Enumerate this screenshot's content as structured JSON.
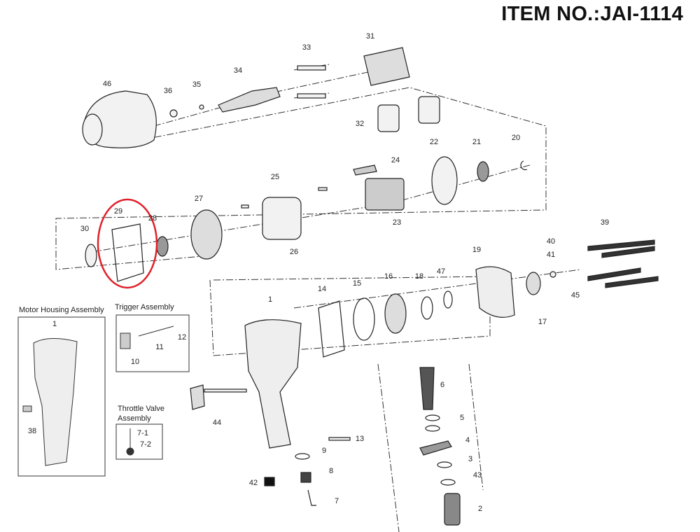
{
  "title": "ITEM NO.:JAI-1114",
  "highlight_color": "#e0202a",
  "callouts": [
    "33",
    "31",
    "34",
    "46",
    "36",
    "35",
    "32",
    "22",
    "21",
    "20",
    "24",
    "25",
    "29",
    "27",
    "28",
    "30",
    "23",
    "26",
    "39",
    "40",
    "41",
    "19",
    "18",
    "47",
    "16",
    "15",
    "14",
    "45",
    "17",
    "1",
    "6",
    "5",
    "4",
    "3",
    "43",
    "2",
    "13",
    "9",
    "8",
    "7",
    "42",
    "44"
  ],
  "insets": {
    "motor_housing": {
      "title": "Motor Housing Assembly",
      "callouts": [
        "1",
        "38"
      ]
    },
    "trigger": {
      "title": "Trigger Assembly",
      "callouts": [
        "10",
        "11",
        "12"
      ]
    },
    "throttle_valve": {
      "title_line1": "Throttle Valve",
      "title_line2": "Assembly",
      "callouts": [
        "7-1",
        "7-2"
      ]
    }
  },
  "highlighted_part": "29"
}
